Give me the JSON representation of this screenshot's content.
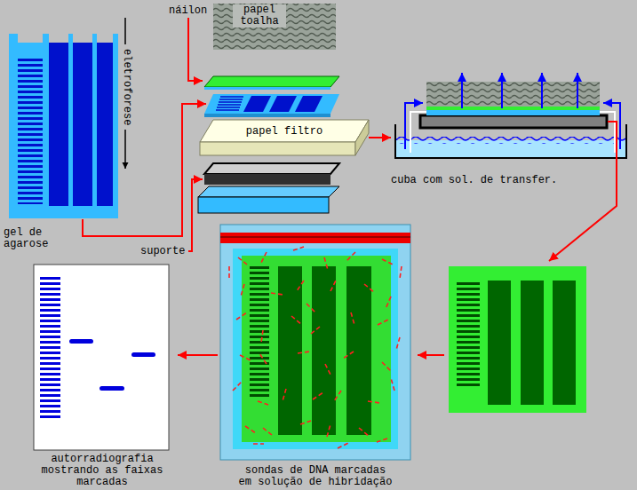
{
  "diagram": {
    "nodes": [
      {
        "text": [
          "gel de agarose"
        ]
      },
      {
        "text": [
          "papel toalha"
        ]
      },
      {
        "text": [
          "papel filtro"
        ]
      },
      {
        "text": [
          "cuba com sol. de transfer."
        ]
      },
      {
        "text": [
          "sondas de DNA marcadas em solução de hibridação"
        ]
      },
      {
        "text": [
          "autorradiografia mostrando as faixas marcadas"
        ]
      }
    ],
    "edges": [
      {
        "from": 2,
        "to": 3,
        "arrow": "to"
      },
      {
        "from": 4,
        "to": 5,
        "arrow": "to"
      }
    ],
    "labels": [
      "náilon",
      "eletroforese",
      "suporte"
    ]
  }
}
